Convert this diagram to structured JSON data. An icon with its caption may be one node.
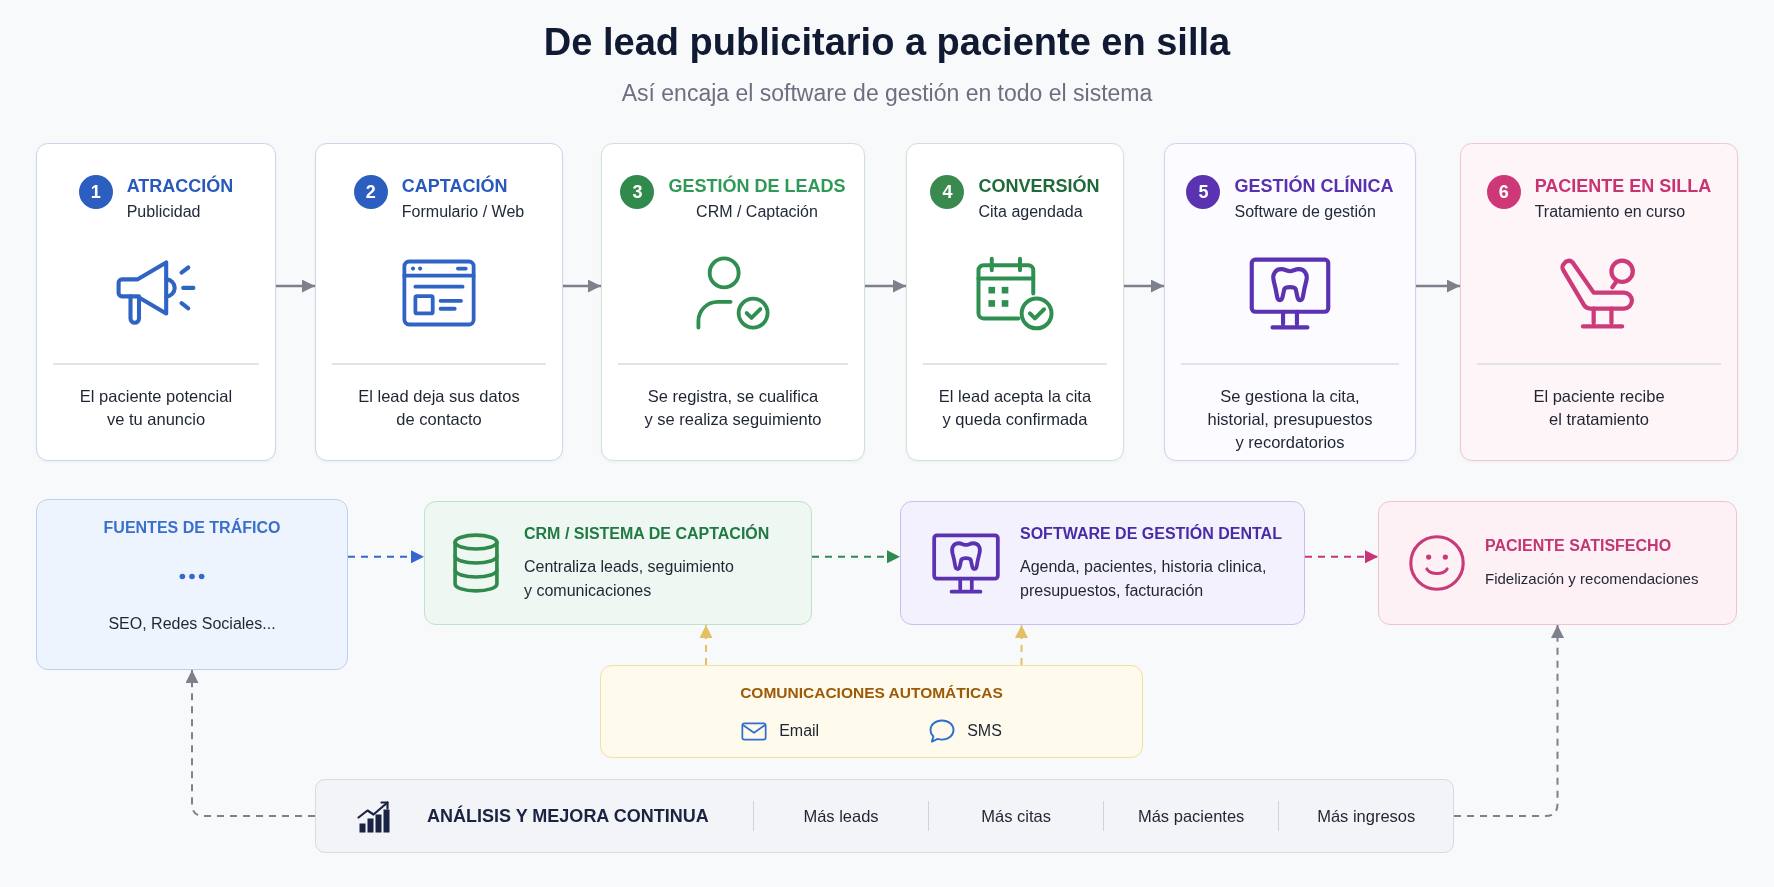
{
  "diagram": {
    "title": "De lead publicitario a paciente en silla",
    "nodes": [
      {
        "text": [
          "1",
          "ATRACCIÓN",
          "Publicidad",
          "El paciente potencial ve tu anuncio"
        ]
      },
      {
        "text": [
          "2",
          "CAPTACIÓN",
          "Formulario / Web",
          "El lead deja sus datos de contacto"
        ]
      },
      {
        "text": [
          "3",
          "GESTIÓN DE LEADS",
          "CRM / Captación",
          "Se registra, se cualifica y se realiza seguimiento"
        ]
      },
      {
        "text": [
          "4",
          "CONVERSIÓN",
          "Cita agendada",
          "El lead acepta la cita y queda confirmada"
        ]
      },
      {
        "text": [
          "5",
          "GESTIÓN CLÍNICA",
          "Software de gestión",
          "Se gestiona la cita, historial, presupuestos y recordatorios"
        ]
      },
      {
        "text": [
          "6",
          "PACIENTE EN SILLA",
          "Tratamiento en curso",
          "El paciente recibe el tratamiento"
        ]
      },
      {
        "text": [
          "FUENTES DE TRÁFICO",
          "SEO, Redes Sociales..."
        ]
      },
      {
        "text": [
          "CRM / SISTEMA DE CAPTACIÓN",
          "Centraliza leads, seguimiento y comunicaciones"
        ]
      },
      {
        "text": [
          "SOFTWARE DE GESTIÓN DENTAL",
          "Agenda, pacientes, historia clinica, presupuestos, facturación"
        ]
      },
      {
        "text": [
          "PACIENTE SATISFECHO",
          "Fidelización y recomendaciones"
        ]
      },
      {
        "text": [
          "COMUNICACIONES AUTOMÁTICAS",
          "Email",
          "SMS"
        ]
      },
      {
        "text": [
          "ANÁLISIS Y MEJORA CONTINUA",
          "Más leads",
          "Más citas",
          "Más pacientes",
          "Más ingresos"
        ]
      }
    ],
    "edges": [
      {
        "from": 0,
        "to": 1,
        "arrow": "to"
      },
      {
        "from": 1,
        "to": 2,
        "arrow": "to"
      },
      {
        "from": 2,
        "to": 3,
        "arrow": "to"
      },
      {
        "from": 3,
        "to": 4,
        "arrow": "to"
      },
      {
        "from": 4,
        "to": 5,
        "arrow": "to"
      },
      {
        "from": 6,
        "to": 7,
        "arrow": "to",
        "style": "dashed",
        "color": "#3567d0"
      },
      {
        "from": 7,
        "to": 8,
        "arrow": "to",
        "style": "dashed",
        "color": "#2e8b4f"
      },
      {
        "from": 8,
        "to": 9,
        "arrow": "to",
        "style": "dashed",
        "color": "#c8347a"
      },
      {
        "from": 10,
        "to": 7,
        "arrow": "to",
        "style": "dashed",
        "color": "#e5bf66"
      },
      {
        "from": 10,
        "to": 8,
        "arrow": "to",
        "style": "dashed",
        "color": "#e5bf66"
      },
      {
        "from": 11,
        "to": 6,
        "arrow": "to",
        "style": "dashed"
      },
      {
        "from": 11,
        "to": 9,
        "arrow": "to",
        "style": "dashed"
      }
    ],
    "labels": [
      "Así encaja el software de gestión en todo el sistema"
    ]
  }
}
